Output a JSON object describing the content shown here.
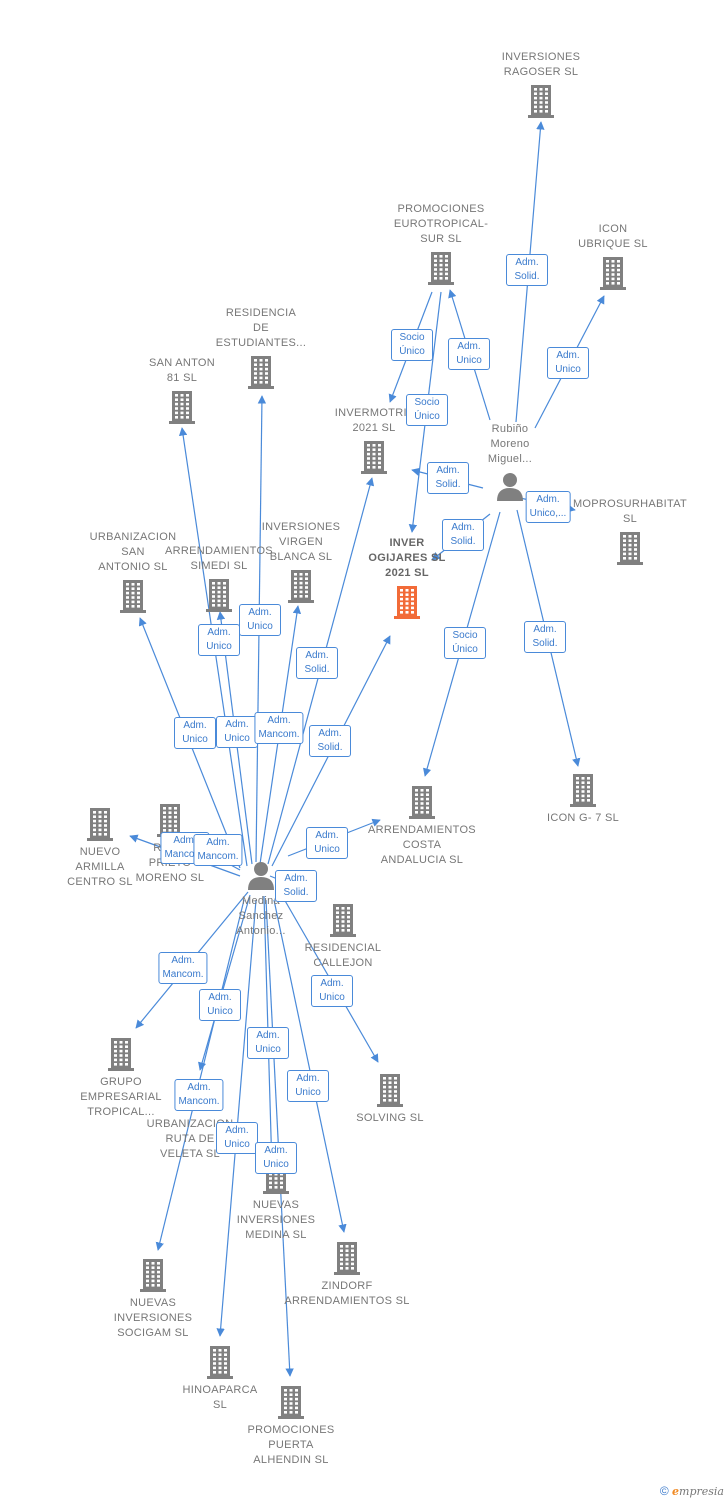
{
  "colors": {
    "company": "#808080",
    "focus": "#f26b38",
    "person": "#808080",
    "edge": "#4a8ad9"
  },
  "nodes": [
    {
      "id": "ragoser",
      "type": "company",
      "lines": [
        "INVERSIONES",
        "RAGOSER  SL"
      ],
      "pos": "below-label"
    },
    {
      "id": "eurotropical",
      "type": "company",
      "lines": [
        "PROMOCIONES",
        "EUROTROPICAL-",
        "SUR SL"
      ]
    },
    {
      "id": "iconubrique",
      "type": "company",
      "lines": [
        "ICON",
        "UBRIQUE  SL"
      ]
    },
    {
      "id": "residencia",
      "type": "company",
      "lines": [
        "RESIDENCIA",
        "DE",
        "ESTUDIANTES..."
      ]
    },
    {
      "id": "sananton",
      "type": "company",
      "lines": [
        "SAN ANTON",
        "81 SL"
      ]
    },
    {
      "id": "invermotril",
      "type": "company",
      "lines": [
        "INVERMOTRIL",
        "2021  SL"
      ]
    },
    {
      "id": "rubino",
      "type": "person",
      "lines": [
        "Rubiño",
        "Moreno",
        "Miguel..."
      ]
    },
    {
      "id": "moprosur",
      "type": "company",
      "lines": [
        "MOPROSURHABITAT",
        "SL"
      ]
    },
    {
      "id": "urbsanantonio",
      "type": "company",
      "lines": [
        "URBANIZACION",
        "SAN",
        "ANTONIO SL"
      ]
    },
    {
      "id": "simedi",
      "type": "company",
      "lines": [
        "ARRENDAMIENTOS",
        "SIMEDI SL"
      ]
    },
    {
      "id": "virgenblanca",
      "type": "company",
      "lines": [
        "INVERSIONES",
        "VIRGEN",
        "BLANCA  SL"
      ]
    },
    {
      "id": "ogijares",
      "type": "focus",
      "lines": [
        "INVER",
        "OGIJARES SL",
        "2021  SL"
      ]
    },
    {
      "id": "costaandalucia",
      "type": "company",
      "lines": [
        "ARRENDAMIENTOS",
        "COSTA",
        "ANDALUCIA  SL"
      ]
    },
    {
      "id": "icong7",
      "type": "company",
      "lines": [
        "ICON G- 7  SL"
      ]
    },
    {
      "id": "nuevoarmilla",
      "type": "company",
      "lines": [
        "NUEVO",
        "ARMILLA",
        "CENTRO  SL"
      ]
    },
    {
      "id": "prietomoreno",
      "type": "company",
      "lines": [
        "RES...",
        "PRIETO",
        "MORENO  SL"
      ]
    },
    {
      "id": "medina",
      "type": "person",
      "lines": [
        "Medina",
        "Sanchez",
        "Antonio..."
      ]
    },
    {
      "id": "callejon",
      "type": "company",
      "lines": [
        "RESIDENCIAL",
        "CALLEJON"
      ]
    },
    {
      "id": "grupoemp",
      "type": "company",
      "lines": [
        "GRUPO",
        "EMPRESARIAL",
        "TROPICAL..."
      ]
    },
    {
      "id": "solving",
      "type": "company",
      "lines": [
        "SOLVING SL"
      ]
    },
    {
      "id": "rutaveleta",
      "type": "company",
      "lines": [
        "URBANIZACION",
        "RUTA DE",
        "VELETA SL"
      ]
    },
    {
      "id": "nuevasmedina",
      "type": "company",
      "lines": [
        "NUEVAS",
        "INVERSIONES",
        "MEDINA  SL"
      ]
    },
    {
      "id": "zindorf",
      "type": "company",
      "lines": [
        "ZINDORF",
        "ARRENDAMIENTOS SL"
      ]
    },
    {
      "id": "socigam",
      "type": "company",
      "lines": [
        "NUEVAS",
        "INVERSIONES",
        "SOCIGAM  SL"
      ]
    },
    {
      "id": "hinoaparca",
      "type": "company",
      "lines": [
        "HINOAPARCA",
        "SL"
      ]
    },
    {
      "id": "puertaalhendin",
      "type": "company",
      "lines": [
        "PROMOCIONES",
        "PUERTA",
        "ALHENDIN SL"
      ]
    }
  ],
  "edges": [
    {
      "id": "e1",
      "label": "Adm.\nSolid."
    },
    {
      "id": "e2",
      "label": "Adm.\nUnico"
    },
    {
      "id": "e3",
      "label": "Adm.\nUnico"
    },
    {
      "id": "e4",
      "label": "Socio\nÚnico"
    },
    {
      "id": "e5",
      "label": "Socio\nÚnico"
    },
    {
      "id": "e6",
      "label": "Adm.\nSolid."
    },
    {
      "id": "e7",
      "label": "Adm.\nUnico,..."
    },
    {
      "id": "e8",
      "label": "Adm.\nSolid."
    },
    {
      "id": "e9",
      "label": "Socio\nÚnico"
    },
    {
      "id": "e10",
      "label": "Adm.\nSolid."
    },
    {
      "id": "e11",
      "label": "Adm.\nUnico"
    },
    {
      "id": "e12",
      "label": "Adm.\nUnico"
    },
    {
      "id": "e13",
      "label": "Adm.\nSolid."
    },
    {
      "id": "e14",
      "label": "Adm.\nUnico"
    },
    {
      "id": "e15",
      "label": "Adm.\nUnico"
    },
    {
      "id": "e16",
      "label": "Adm.\nMancom."
    },
    {
      "id": "e17",
      "label": "Adm.\nSolid."
    },
    {
      "id": "e18",
      "label": "Adm.\nUnico"
    },
    {
      "id": "e19",
      "label": "Adm.\nSolid."
    },
    {
      "id": "e20",
      "label": "Adm.\nMancom."
    },
    {
      "id": "e21",
      "label": "Adm.\nMancom."
    },
    {
      "id": "e22",
      "label": "Adm.\nMancom."
    },
    {
      "id": "e23",
      "label": "Adm.\nUnico"
    },
    {
      "id": "e24",
      "label": "Adm.\nUnico"
    },
    {
      "id": "e25",
      "label": "Adm.\nUnico"
    },
    {
      "id": "e26",
      "label": "Adm.\nMancom."
    },
    {
      "id": "e27",
      "label": "Adm.\nUnico"
    },
    {
      "id": "e28",
      "label": "Adm.\nUnico"
    },
    {
      "id": "e29",
      "label": "Adm.\nUnico"
    }
  ],
  "footer": {
    "copyright": "©",
    "brand": "mpresia",
    "brand_initial": "e"
  }
}
